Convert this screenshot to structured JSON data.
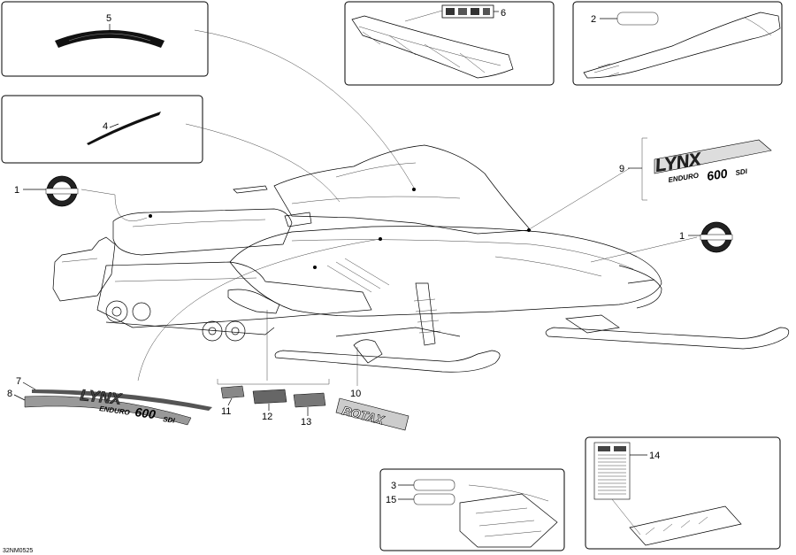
{
  "callouts": {
    "c1a": "1",
    "c1b": "1",
    "c2": "2",
    "c3": "3",
    "c4": "4",
    "c5": "5",
    "c6": "6",
    "c7": "7",
    "c8": "8",
    "c9": "9",
    "c10": "10",
    "c11": "11",
    "c12": "12",
    "c13": "13",
    "c14": "14",
    "c15": "15"
  },
  "decals": {
    "lynx_logo": "LYNX",
    "model_text": "600",
    "model_prefix": "ENDURO",
    "model_suffix": "SDI",
    "rotax": "ROTAX"
  },
  "drawing_ref": "32NM0525"
}
